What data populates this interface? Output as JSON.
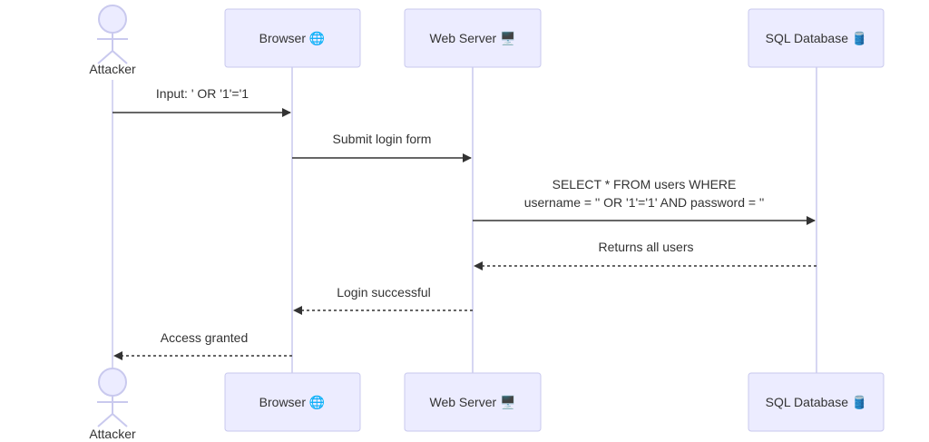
{
  "colors": {
    "participant_fill": "#ECECFF",
    "participant_stroke": "#C9C9EE",
    "line": "#333333"
  },
  "participants": {
    "attacker": {
      "label": "Attacker",
      "icon": "actor-stick-figure-icon"
    },
    "browser": {
      "label": "Browser 🌐",
      "icon": "globe-icon"
    },
    "webserver": {
      "label": "Web Server 🖥️",
      "icon": "desktop-computer-icon"
    },
    "database": {
      "label": "SQL Database 🛢️",
      "icon": "oil-drum-icon"
    }
  },
  "messages": [
    {
      "from": "Attacker",
      "to": "Browser",
      "type": "solid",
      "lines": [
        "Input: ' OR '1'='1"
      ]
    },
    {
      "from": "Browser",
      "to": "Web Server",
      "type": "solid",
      "lines": [
        "Submit login form"
      ]
    },
    {
      "from": "Web Server",
      "to": "SQL Database",
      "type": "solid",
      "lines": [
        "SELECT * FROM users WHERE",
        "username = '' OR '1'='1' AND password = ''"
      ]
    },
    {
      "from": "SQL Database",
      "to": "Web Server",
      "type": "dotted",
      "lines": [
        "Returns all users"
      ]
    },
    {
      "from": "Web Server",
      "to": "Browser",
      "type": "dotted",
      "lines": [
        "Login successful"
      ]
    },
    {
      "from": "Browser",
      "to": "Attacker",
      "type": "dotted",
      "lines": [
        "Access granted"
      ]
    }
  ]
}
